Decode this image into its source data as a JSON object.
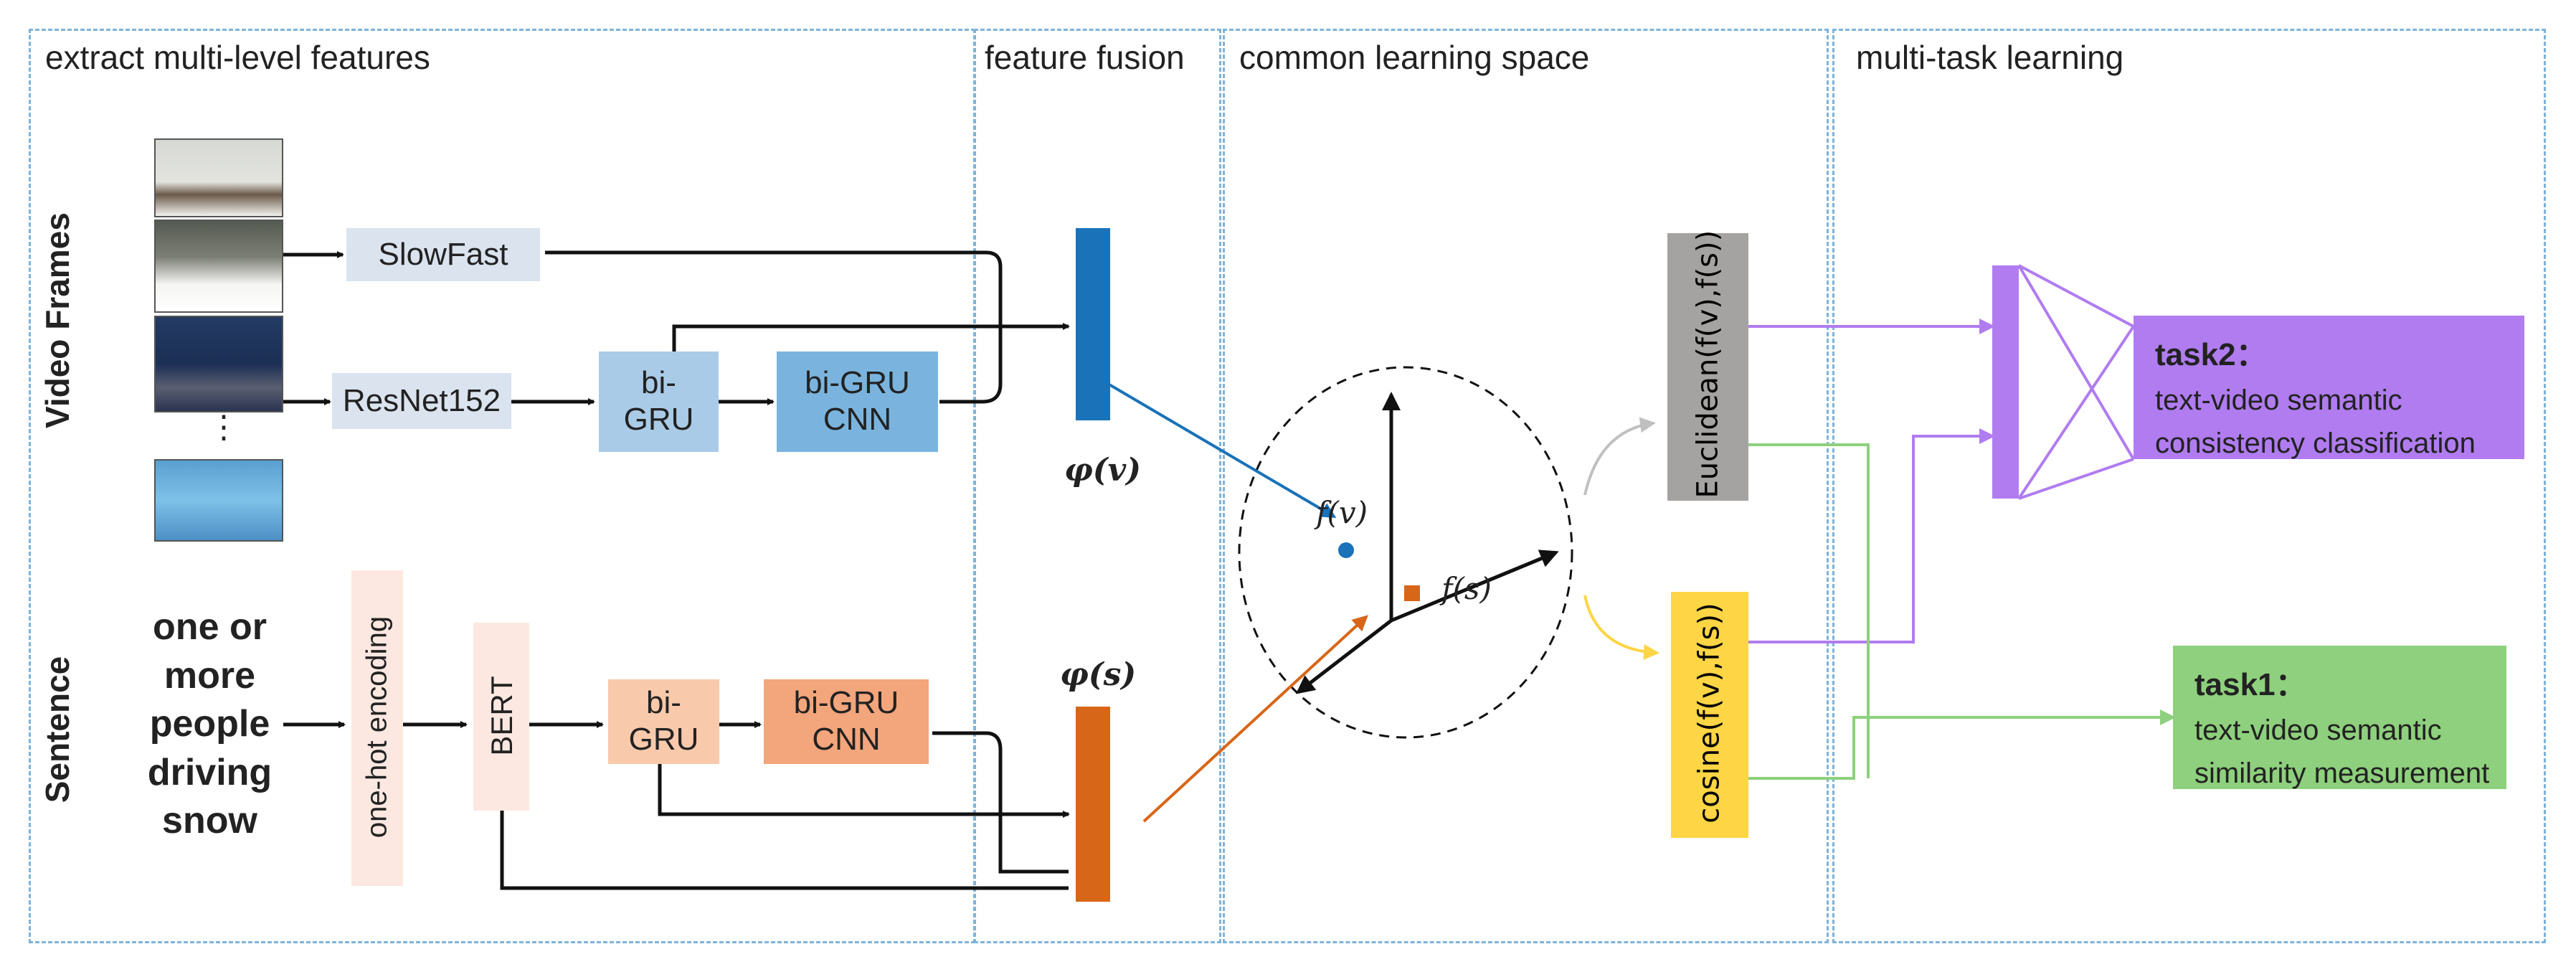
{
  "sections": {
    "extract": "extract multi-level features",
    "fusion": "feature fusion",
    "common": "common learning space",
    "multitask": "multi-task learning"
  },
  "video": {
    "side_label": "Video Frames",
    "ellipsis": "⋮",
    "slowfast": "SlowFast",
    "resnet": "ResNet152",
    "bigru": "bi-\nGRU",
    "bigru_cnn": "bi-GRU\nCNN",
    "phi": "φ(v)"
  },
  "sentence": {
    "side_label": "Sentence",
    "text": "one or\nmore\npeople\ndriving\nsnow",
    "onehot": "one-hot encoding",
    "bert": "BERT",
    "bigru": "bi-\nGRU",
    "bigru_cnn": "bi-GRU\nCNN",
    "phi": "φ(s)"
  },
  "space": {
    "fv": "f(v)",
    "fs": "f(s)"
  },
  "metrics": {
    "euclidean": "Euclidean(f(v),f(s))",
    "cosine": "cosine(f(v),f(s))"
  },
  "tasks": {
    "task2_title": "task2：",
    "task2_desc": "text-video semantic\nconsistency classification",
    "task1_title": "task1：",
    "task1_desc": "text-video semantic\nsimilarity measurement"
  },
  "colors": {
    "panel_border": "#7fb3d9",
    "video_box": "#dae3ee",
    "video_gru": "#a9cbe7",
    "video_cnn": "#7ab4de",
    "video_bar": "#1a72b8",
    "sent_light": "#fce8e0",
    "sent_gru": "#f8c9ab",
    "sent_cnn": "#f3a57b",
    "sent_bar": "#d86618",
    "euclid": "#a5a3a1",
    "cosine": "#fdd545",
    "task_purple": "#b07cf0",
    "task_green": "#8ed07d"
  }
}
